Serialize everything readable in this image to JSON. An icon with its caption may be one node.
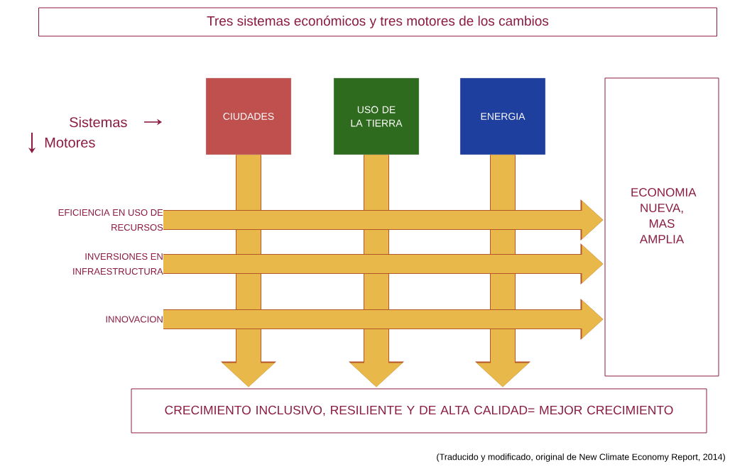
{
  "diagram": {
    "title": "Tres sistemas económicos y tres motores de los cambios",
    "caption": "(Traducido y modificado, original de New Climate Economy Report, 2014)",
    "nodes": [
      {
        "text": [
          "CIUDADES"
        ]
      },
      {
        "text": [
          "USO DE LA TIERRA"
        ]
      },
      {
        "text": [
          "ENERGIA"
        ]
      },
      {
        "text": [
          "ECONOMIA NUEVA, MAS AMPLIA"
        ]
      },
      {
        "text": [
          "EFICIENCIA EN USO DE RECURSOS"
        ]
      },
      {
        "text": [
          "INVERSIONES EN INFRAESTRUCTURA"
        ]
      },
      {
        "text": [
          "INNOVACION"
        ]
      },
      {
        "text": [
          "CRECIMIENTO INCLUSIVO, RESILIENTE Y DE ALTA CALIDAD= MEJOR CRECIMIENTO"
        ]
      }
    ],
    "edges": [
      {
        "from": 0,
        "to": 7,
        "arrow": "to"
      },
      {
        "from": 1,
        "to": 7,
        "arrow": "to"
      },
      {
        "from": 2,
        "to": 7,
        "arrow": "to"
      },
      {
        "from": 4,
        "to": 3,
        "arrow": "to"
      },
      {
        "from": 5,
        "to": 3,
        "arrow": "to"
      },
      {
        "from": 6,
        "to": 3,
        "arrow": "to"
      }
    ],
    "labels": [
      "Sistemas",
      "Motores"
    ]
  }
}
